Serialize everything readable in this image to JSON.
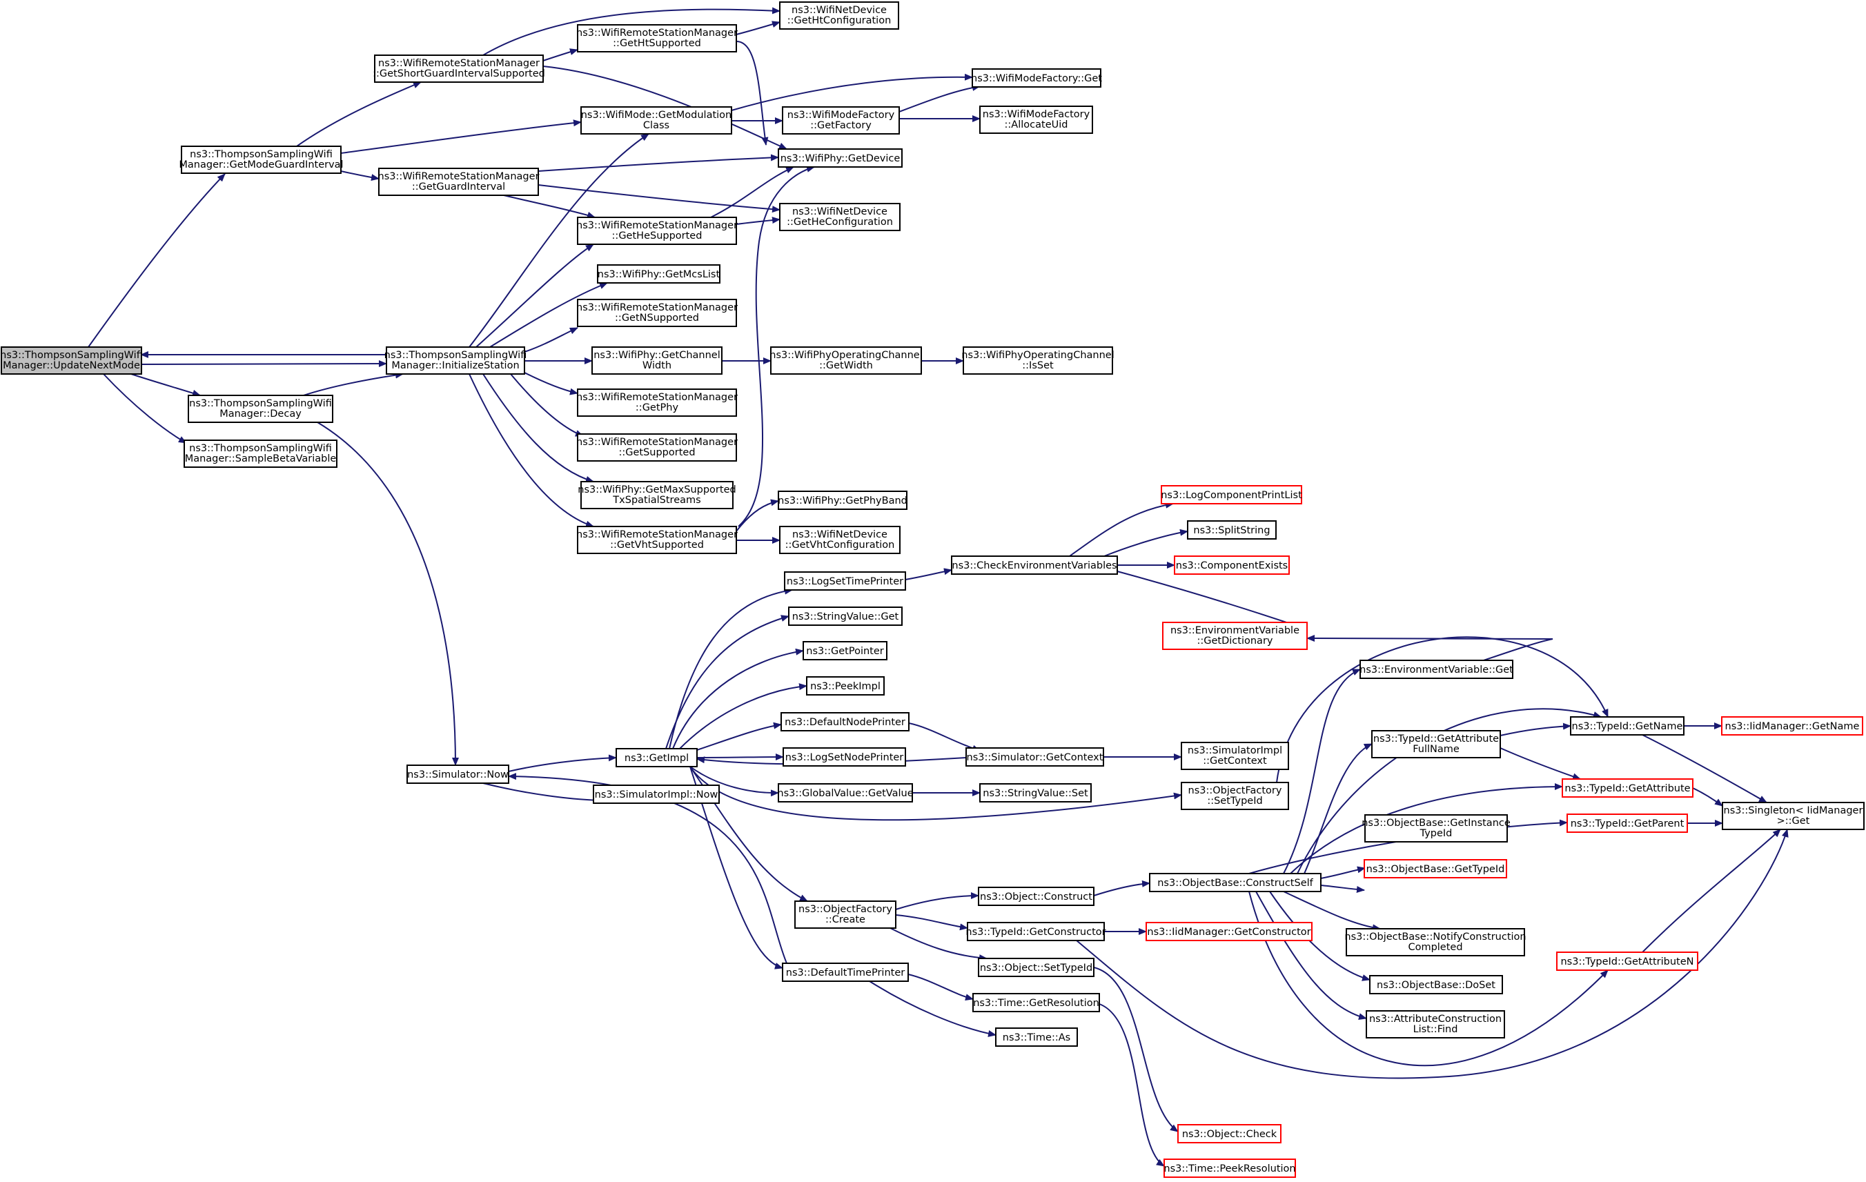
{
  "nodes": {
    "n0": {
      "lines": [
        "ns3::ThompsonSamplingWifi",
        "Manager::UpdateNextMode"
      ]
    },
    "n1": {
      "lines": [
        "ns3::ThompsonSamplingWifi",
        "Manager::GetModeGuardInterval"
      ]
    },
    "n2": {
      "lines": [
        "ns3::ThompsonSamplingWifi",
        "Manager::InitializeStation"
      ]
    },
    "n3": {
      "lines": [
        "ns3::ThompsonSamplingWifi",
        "Manager::Decay"
      ]
    },
    "n4": {
      "lines": [
        "ns3::ThompsonSamplingWifi",
        "Manager::SampleBetaVariable"
      ]
    },
    "n5": {
      "lines": [
        "ns3::WifiRemoteStationManager",
        "::GetShortGuardIntervalSupported"
      ]
    },
    "n6": {
      "lines": [
        "ns3::WifiRemoteStationManager",
        "::GetGuardInterval"
      ]
    },
    "n7": {
      "lines": [
        "ns3::WifiRemoteStationManager",
        "::GetHtSupported"
      ]
    },
    "n8": {
      "lines": [
        "ns3::WifiMode::GetModulation",
        "Class"
      ]
    },
    "n9": {
      "lines": [
        "ns3::WifiRemoteStationManager",
        "::GetHeSupported"
      ]
    },
    "n10": {
      "lines": [
        "ns3::WifiPhy::GetMcsList"
      ]
    },
    "n11": {
      "lines": [
        "ns3::WifiRemoteStationManager",
        "::GetNSupported"
      ]
    },
    "n12": {
      "lines": [
        "ns3::WifiPhy::GetChannel",
        "Width"
      ]
    },
    "n13": {
      "lines": [
        "ns3::WifiRemoteStationManager",
        "::GetPhy"
      ]
    },
    "n14": {
      "lines": [
        "ns3::WifiRemoteStationManager",
        "::GetSupported"
      ]
    },
    "n15": {
      "lines": [
        "ns3::WifiPhy::GetMaxSupported",
        "TxSpatialStreams"
      ]
    },
    "n16": {
      "lines": [
        "ns3::WifiRemoteStationManager",
        "::GetVhtSupported"
      ]
    },
    "n17": {
      "lines": [
        "ns3::WifiNetDevice",
        "::GetHtConfiguration"
      ]
    },
    "n18": {
      "lines": [
        "ns3::WifiModeFactory",
        "::GetFactory"
      ]
    },
    "n19": {
      "lines": [
        "ns3::WifiPhy::GetDevice"
      ]
    },
    "n20": {
      "lines": [
        "ns3::WifiNetDevice",
        "::GetHeConfiguration"
      ]
    },
    "n21": {
      "lines": [
        "ns3::WifiPhyOperatingChannel",
        "::GetWidth"
      ]
    },
    "n22": {
      "lines": [
        "ns3::WifiPhy::GetPhyBand"
      ]
    },
    "n23": {
      "lines": [
        "ns3::WifiNetDevice",
        "::GetVhtConfiguration"
      ]
    },
    "n24": {
      "lines": [
        "ns3::WifiModeFactory::Get"
      ]
    },
    "n25": {
      "lines": [
        "ns3::WifiModeFactory",
        "::AllocateUid"
      ]
    },
    "n26": {
      "lines": [
        "ns3::WifiPhyOperatingChannel",
        "::IsSet"
      ]
    },
    "n27": {
      "lines": [
        "ns3::Simulator::Now"
      ]
    },
    "n28": {
      "lines": [
        "ns3::GetImpl"
      ]
    },
    "n29": {
      "lines": [
        "ns3::SimulatorImpl::Now"
      ]
    },
    "n30": {
      "lines": [
        "ns3::LogSetTimePrinter"
      ]
    },
    "n31": {
      "lines": [
        "ns3::StringValue::Get"
      ]
    },
    "n32": {
      "lines": [
        "ns3::GetPointer"
      ]
    },
    "n33": {
      "lines": [
        "ns3::PeekImpl"
      ]
    },
    "n34": {
      "lines": [
        "ns3::DefaultNodePrinter"
      ]
    },
    "n35": {
      "lines": [
        "ns3::LogSetNodePrinter"
      ]
    },
    "n36": {
      "lines": [
        "ns3::GlobalValue::GetValue"
      ]
    },
    "n37": {
      "lines": [
        "ns3::ObjectFactory",
        "::Create"
      ]
    },
    "n38": {
      "lines": [
        "ns3::DefaultTimePrinter"
      ]
    },
    "n39": {
      "lines": [
        "ns3::CheckEnvironmentVariables"
      ]
    },
    "n40": {
      "lines": [
        "ns3::Simulator::GetContext"
      ]
    },
    "n41": {
      "lines": [
        "ns3::StringValue::Set"
      ]
    },
    "n42": {
      "lines": [
        "ns3::Object::Construct"
      ]
    },
    "n43": {
      "lines": [
        "ns3::TypeId::GetConstructor"
      ]
    },
    "n44": {
      "lines": [
        "ns3::Object::SetTypeId"
      ]
    },
    "n45": {
      "lines": [
        "ns3::Time::GetResolution"
      ]
    },
    "n46": {
      "lines": [
        "ns3::Time::As"
      ]
    },
    "n47": {
      "lines": [
        "ns3::LogComponentPrintList"
      ]
    },
    "n48": {
      "lines": [
        "ns3::SplitString"
      ]
    },
    "n49": {
      "lines": [
        "ns3::ComponentExists"
      ]
    },
    "n50": {
      "lines": [
        "ns3::EnvironmentVariable",
        "::GetDictionary"
      ]
    },
    "n51": {
      "lines": [
        "ns3::SimulatorImpl",
        "::GetContext"
      ]
    },
    "n52": {
      "lines": [
        "ns3::ObjectFactory",
        "::SetTypeId"
      ]
    },
    "n53": {
      "lines": [
        "ns3::ObjectBase::ConstructSelf"
      ]
    },
    "n54": {
      "lines": [
        "ns3::IidManager::GetConstructor"
      ]
    },
    "n55": {
      "lines": [
        "ns3::Object::Check"
      ]
    },
    "n56": {
      "lines": [
        "ns3::Time::PeekResolution"
      ]
    },
    "n57": {
      "lines": [
        "ns3::EnvironmentVariable::Get"
      ]
    },
    "n58": {
      "lines": [
        "ns3::TypeId::GetAttribute",
        "FullName"
      ]
    },
    "n59": {
      "lines": [
        "ns3::ObjectBase::GetInstance",
        "TypeId"
      ]
    },
    "n60": {
      "lines": [
        "ns3::ObjectBase::GetTypeId"
      ]
    },
    "n61": {
      "lines": [
        "ns3::ObjectBase::NotifyConstruction",
        "Completed"
      ]
    },
    "n62": {
      "lines": [
        "ns3::ObjectBase::DoSet"
      ]
    },
    "n63": {
      "lines": [
        "ns3::AttributeConstruction",
        "List::Find"
      ]
    },
    "n64": {
      "lines": [
        "ns3::TypeId::GetName"
      ]
    },
    "n65": {
      "lines": [
        "ns3::TypeId::GetAttribute"
      ]
    },
    "n66": {
      "lines": [
        "ns3::TypeId::GetParent"
      ]
    },
    "n67": {
      "lines": [
        "ns3::TypeId::GetAttributeN"
      ]
    },
    "n68": {
      "lines": [
        "ns3::IidManager::GetName"
      ]
    },
    "n69": {
      "lines": [
        "ns3::Singleton< IidManager",
        " >::Get"
      ]
    }
  },
  "colors": {
    "edge": "#191970",
    "node_border": "#000000",
    "node_border_truncated": "#ff0000",
    "root_fill": "#bfbfbf"
  }
}
